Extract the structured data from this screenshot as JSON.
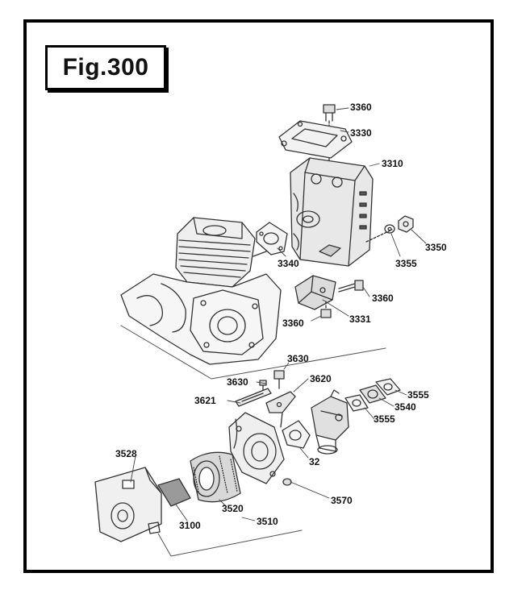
{
  "figure": {
    "title": "Fig.300",
    "border_color": "#000000",
    "line_color": "#333333"
  },
  "parts": [
    {
      "id": "p3360a",
      "number": "3360"
    },
    {
      "id": "p3330",
      "number": "3330"
    },
    {
      "id": "p3310",
      "number": "3310"
    },
    {
      "id": "p3350",
      "number": "3350"
    },
    {
      "id": "p3355",
      "number": "3355"
    },
    {
      "id": "p3340",
      "number": "3340"
    },
    {
      "id": "p3360b",
      "number": "3360"
    },
    {
      "id": "p3360c",
      "number": "3360"
    },
    {
      "id": "p3331",
      "number": "3331"
    },
    {
      "id": "p3630a",
      "number": "3630"
    },
    {
      "id": "p3630b",
      "number": "3630"
    },
    {
      "id": "p3620",
      "number": "3620"
    },
    {
      "id": "p3621",
      "number": "3621"
    },
    {
      "id": "p3555a",
      "number": "3555"
    },
    {
      "id": "p3540",
      "number": "3540"
    },
    {
      "id": "p3555b",
      "number": "3555"
    },
    {
      "id": "p32",
      "number": "32"
    },
    {
      "id": "p3528",
      "number": "3528"
    },
    {
      "id": "p3570",
      "number": "3570"
    },
    {
      "id": "p3520",
      "number": "3520"
    },
    {
      "id": "p3100",
      "number": "3100"
    },
    {
      "id": "p3510",
      "number": "3510"
    }
  ]
}
